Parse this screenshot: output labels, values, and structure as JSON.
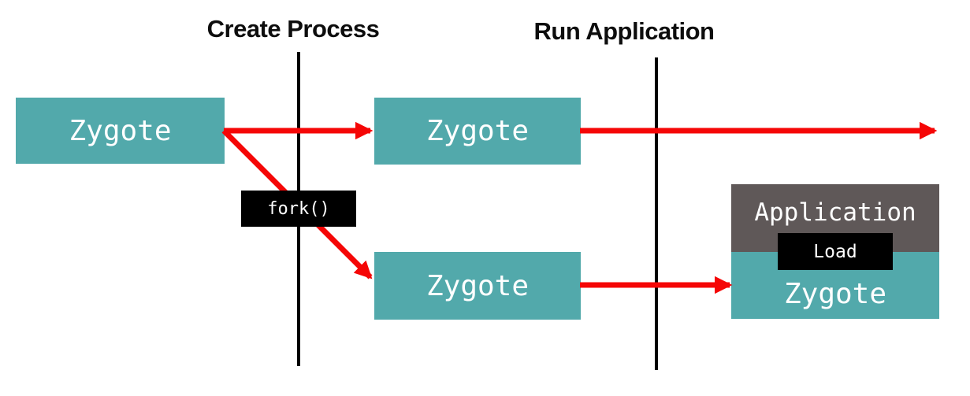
{
  "colors": {
    "teal": "#52a9ab",
    "gray": "#5f5858",
    "red": "#f50606",
    "divider": "#000000",
    "label_bg": "#000000",
    "box_text": "#ffffff",
    "title_text": "#0d0d0d",
    "canvas_bg": "#ffffff"
  },
  "phases": [
    {
      "label": "Create Process"
    },
    {
      "label": "Run Application"
    }
  ],
  "boxes": {
    "zygote_start": {
      "label": "Zygote"
    },
    "zygote_created": {
      "label": "Zygote"
    },
    "zygote_forked": {
      "label": "Zygote"
    },
    "application": {
      "label": "Application"
    },
    "zygote_loaded": {
      "label": "Zygote"
    }
  },
  "annotations": {
    "fork": {
      "label": "fork()"
    },
    "load": {
      "label": "Load"
    }
  }
}
